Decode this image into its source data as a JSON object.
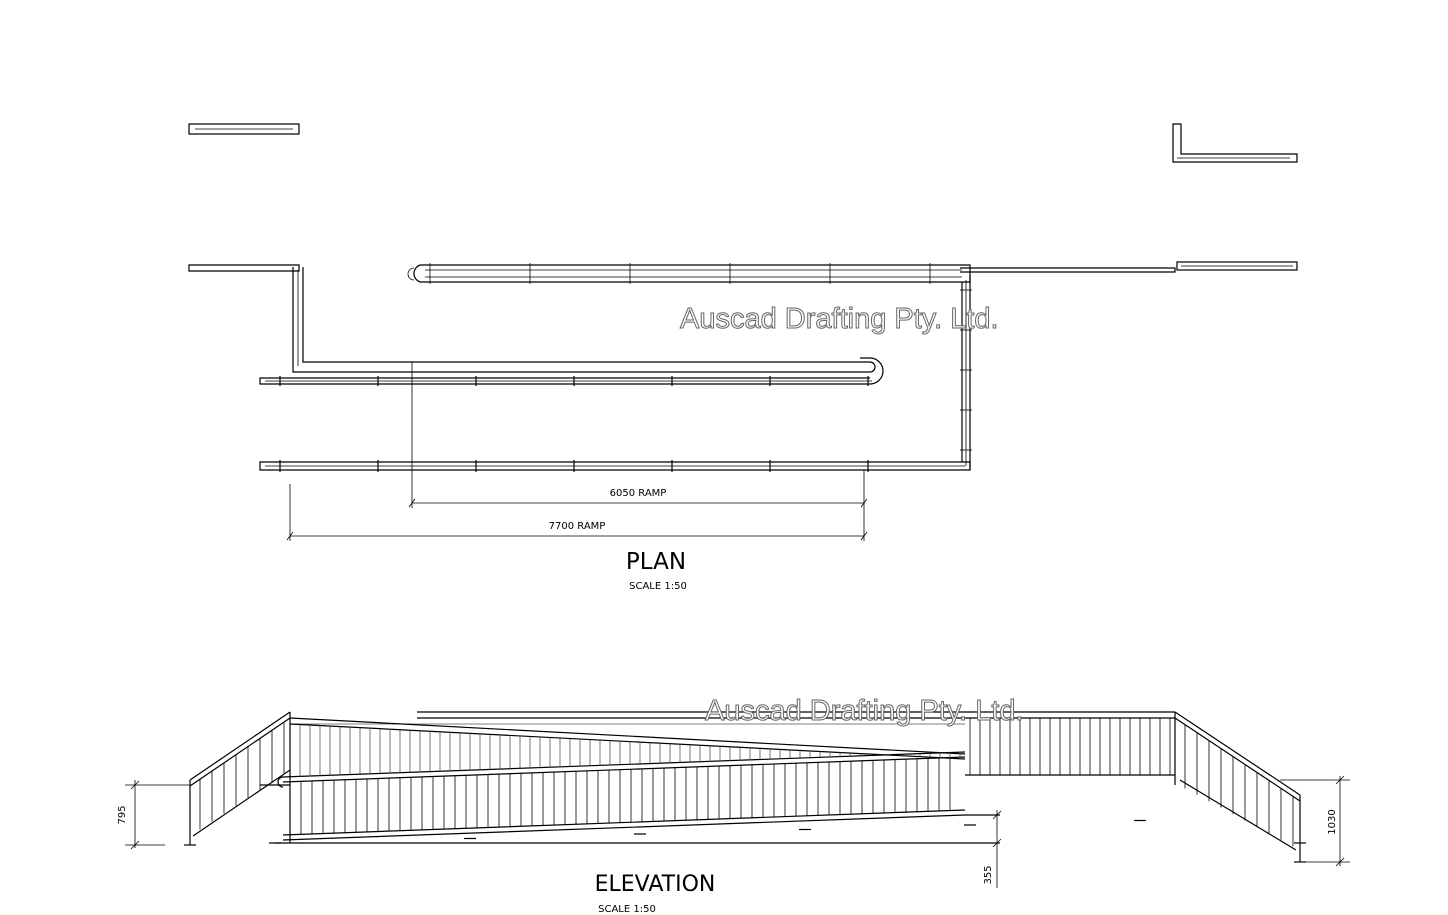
{
  "watermark": "Auscad Drafting Pty. Ltd.",
  "plan": {
    "title": "PLAN",
    "scale": "SCALE 1:50",
    "dimensions": [
      {
        "label": "6050 RAMP",
        "value_mm": 6050
      },
      {
        "label": "7700 RAMP",
        "value_mm": 7700
      }
    ]
  },
  "elevation": {
    "title": "ELEVATION",
    "scale": "SCALE 1:50",
    "dimensions": [
      {
        "label": "795",
        "value_mm": 795
      },
      {
        "label": "1030",
        "value_mm": 1030
      },
      {
        "label": "355",
        "value_mm": 355
      }
    ]
  }
}
